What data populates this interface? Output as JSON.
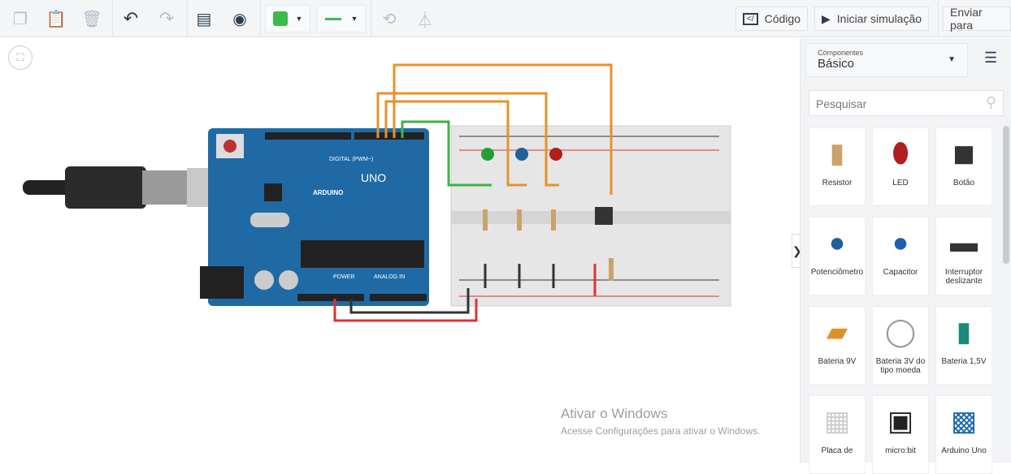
{
  "toolbar": {
    "code_label": "Código",
    "simulate_label": "Iniciar simulação",
    "send_label": "Enviar para",
    "color_swatch": "#3dba4e",
    "wire_color": "#3dba4e"
  },
  "panel": {
    "selector_caption": "Componentes",
    "selector_value": "Básico",
    "search_placeholder": "Pesquisar",
    "components": [
      {
        "label": "Resistor",
        "icon": "resistor-icon"
      },
      {
        "label": "LED",
        "icon": "led-icon"
      },
      {
        "label": "Botão",
        "icon": "pushbutton-icon"
      },
      {
        "label": "Potenciômetro",
        "icon": "potentiometer-icon"
      },
      {
        "label": "Capacitor",
        "icon": "capacitor-icon"
      },
      {
        "label": "Interruptor deslizante",
        "icon": "slide-switch-icon"
      },
      {
        "label": "Bateria 9V",
        "icon": "battery-9v-icon"
      },
      {
        "label": "Bateria 3V do tipo moeda",
        "icon": "coin-battery-icon"
      },
      {
        "label": "Bateria 1,5V",
        "icon": "battery-aa-icon"
      },
      {
        "label": "Placa de",
        "icon": "breadboard-icon"
      },
      {
        "label": "micro:bit",
        "icon": "microbit-icon"
      },
      {
        "label": "Arduino Uno",
        "icon": "arduino-icon"
      }
    ]
  },
  "board": {
    "brand": "ARDUINO",
    "model": "UNO",
    "digital_label": "DIGITAL (PWM~)",
    "power_label": "POWER",
    "analog_label": "ANALOG IN"
  },
  "watermark": {
    "title": "Ativar o Windows",
    "subtitle": "Acesse Configurações para ativar o Windows."
  }
}
